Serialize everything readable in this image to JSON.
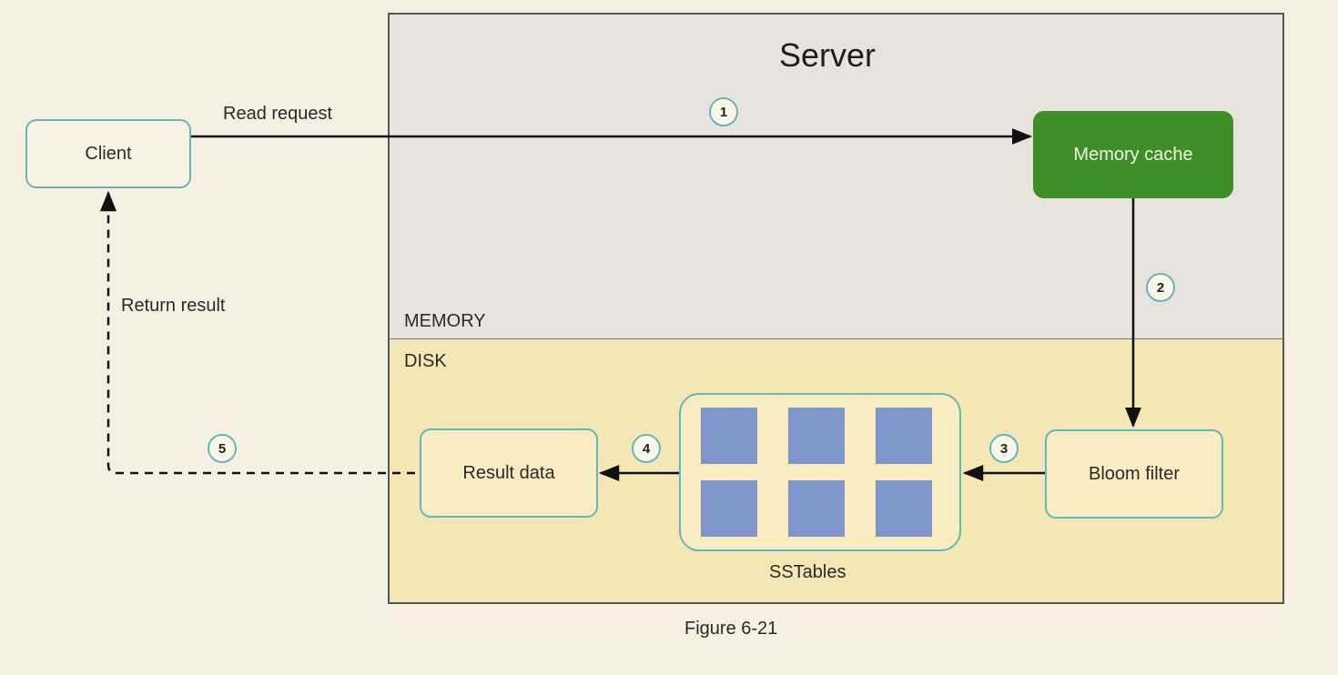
{
  "server": {
    "title": "Server"
  },
  "zones": {
    "memory": "MEMORY",
    "disk": "DISK"
  },
  "nodes": {
    "client": "Client",
    "memory_cache": "Memory cache",
    "bloom_filter": "Bloom filter",
    "sstables": "SSTables",
    "result_data": "Result data"
  },
  "edges": {
    "read_request": "Read request",
    "return_result": "Return result"
  },
  "steps": [
    "1",
    "2",
    "3",
    "4",
    "5"
  ],
  "caption": "Figure 6-21",
  "colors": {
    "background": "#f6f0e2",
    "memory_zone": "#e8e4dd",
    "disk_zone": "#f5e7b5",
    "memory_cache": "#3f8f28",
    "sstable_cells": "#7d97c9",
    "node_border": "#5fb8c0"
  }
}
